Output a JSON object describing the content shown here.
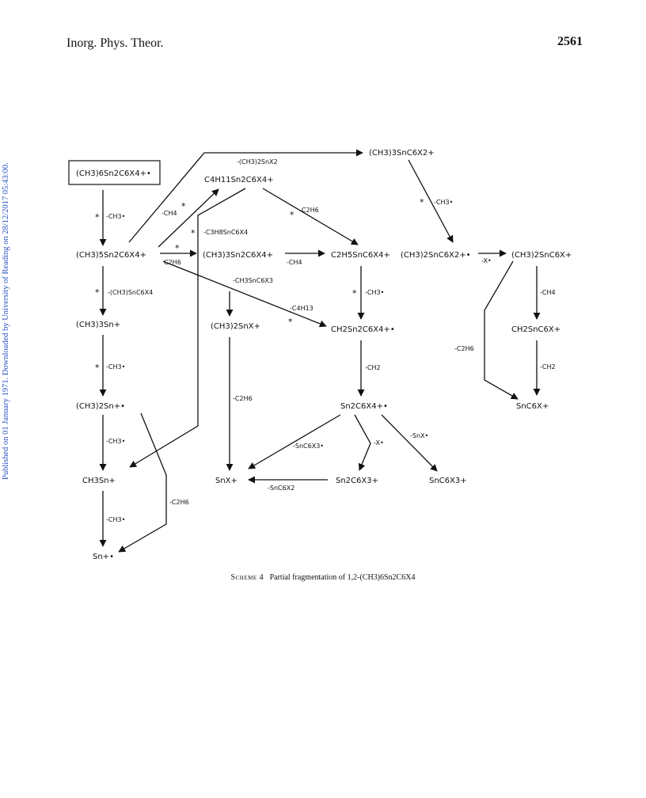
{
  "header": {
    "journal": "Inorg. Phys. Theor.",
    "page_number": "2561"
  },
  "side_note": "Published on 01 January 1971. Downloaded by University of Reading on 28/12/2017 05:43:00.",
  "scheme": {
    "species": {
      "parent": "(CH3)6Sn2C6X4+•",
      "me5": "(CH3)5Sn2C6X4+",
      "c4h11": "C4H11Sn2C6X4+",
      "me3sn2": "(CH3)3Sn2C6X4+",
      "c2h5": "C2H5SnC6X4+",
      "me3snc6x2": "(CH3)3SnC6X2+",
      "me2snc6x2": "(CH3)2SnC6X2+•",
      "me2snc6x": "(CH3)2SnC6X+",
      "me3sn": "(CH3)3Sn+",
      "me2snx": "(CH3)2SnX+",
      "ch2sn2": "CH2Sn2C6X4+•",
      "ch2snc6x": "CH2SnC6X+",
      "me2sn": "(CH3)2Sn+•",
      "sn2c6x4": "Sn2C6X4+•",
      "snc6x": "SnC6X+",
      "ch3sn": "CH3Sn+",
      "snx": "SnX+",
      "sn2c6x3": "Sn2C6X3+",
      "snc6x3": "SnC6X3+",
      "sn": "Sn+•"
    },
    "labels": {
      "l1": "-(CH3)2SnX2",
      "l2": "-CH3•",
      "l3": "-CH4",
      "l4": "-C2H6",
      "l5": "-C3H8SnC6X4",
      "l6": "C2H6",
      "l7": "-CH4",
      "l8": "-CH3•",
      "l9": "-X•",
      "l10": "-(CH3)SnC6X4",
      "l11": "-CH3SnC6X3",
      "l12": "-C4H13",
      "l13": "-CH3•",
      "l14": "-CH4",
      "l15": "-C2H6",
      "l16": "-CH3•",
      "l17": "-C2H6",
      "l18": "-CH2",
      "l19": "-CH2",
      "l20": "-SnC6X3•",
      "l21": "-X•",
      "l22": "-SnX•",
      "l23": "-CH3•",
      "l24": "-C2H6",
      "l25": "-SnC6X2",
      "l26": "-CH3•"
    },
    "metastable_mark": "*"
  },
  "caption": {
    "prefix": "Scheme 4",
    "text": "Partial fragmentation of 1,2-(CH3)6Sn2C6X4"
  }
}
